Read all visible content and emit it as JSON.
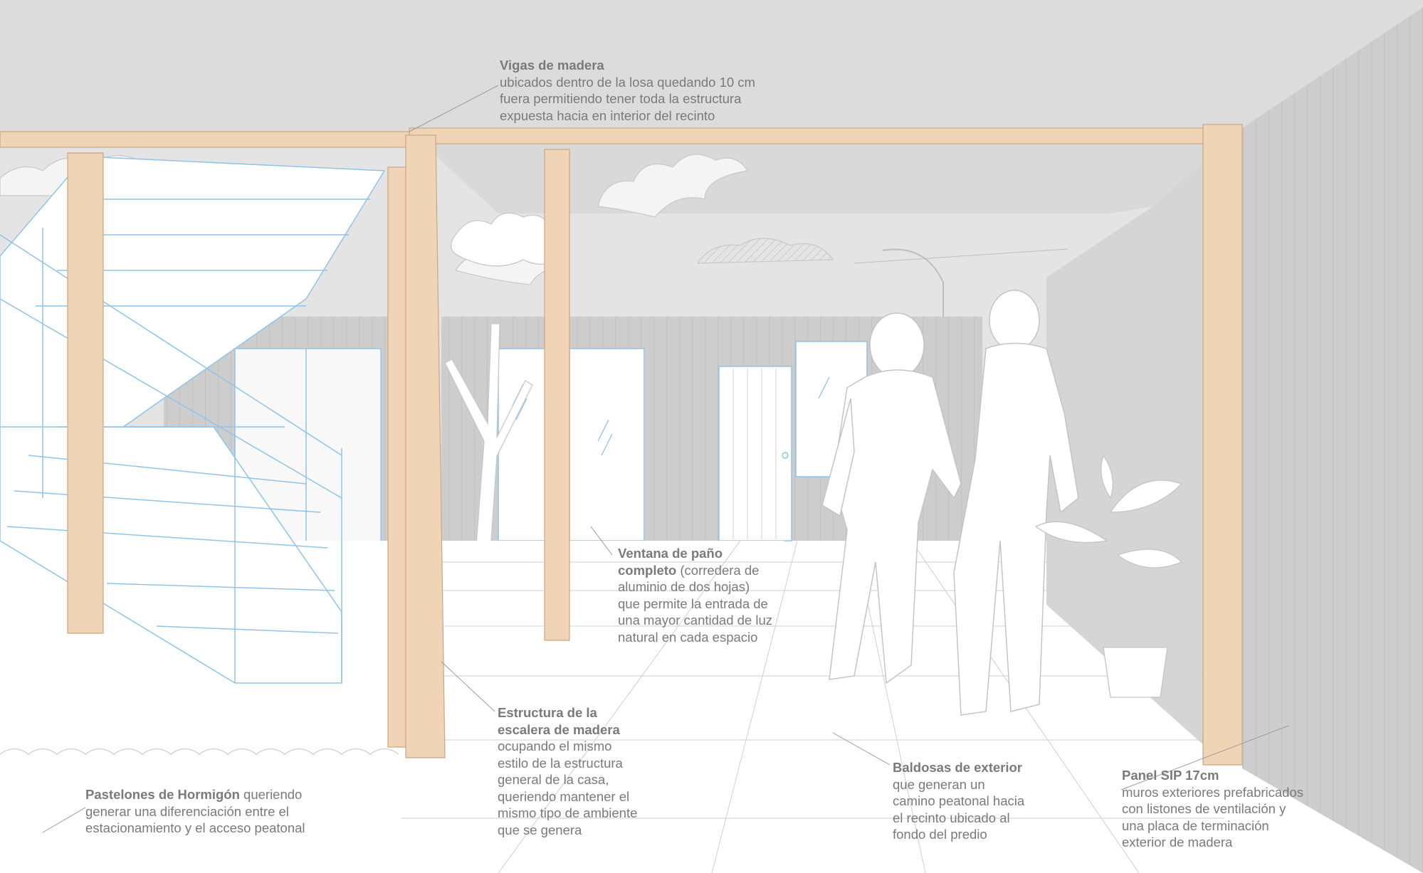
{
  "annotations": {
    "vigas": {
      "title": "Vigas de madera",
      "lines": [
        "ubicados dentro de la losa quedando 10 cm",
        "fuera permitiendo tener toda la estructura",
        "expuesta hacia en interior del recinto"
      ]
    },
    "ventana": {
      "title_1": "Ventana de paño",
      "title_2": "completo",
      "text_2": " (corredera de",
      "lines": [
        "aluminio de dos hojas)",
        "que permite la entrada de",
        "una mayor cantidad de luz",
        "natural en cada espacio"
      ]
    },
    "escalera": {
      "title_1": "Estructura de la",
      "title_2": "escalera de madera",
      "lines": [
        "ocupando el mismo",
        "estilo de la estructura",
        "general de la casa,",
        "queriendo mantener el",
        "mismo tipo de ambiente",
        "que se genera"
      ]
    },
    "pastelones": {
      "title": "Pastelones de Hormigón",
      "text_1": " queriendo",
      "lines": [
        "generar una diferenciación entre el",
        "estacionamiento y el acceso peatonal"
      ]
    },
    "baldosas": {
      "title": "Baldosas de exterior",
      "lines": [
        "que generan un",
        "camino peatonal hacia",
        "el recinto ubicado al",
        "fondo del predio"
      ]
    },
    "panel": {
      "title": "Panel SIP 17cm",
      "lines": [
        "muros exteriores prefabricados",
        "con listones de ventilación y",
        "una placa de terminación",
        "exterior de madera"
      ]
    }
  },
  "colors": {
    "ceiling": "#dcdcdc",
    "wall": "#cfcfcf",
    "wood": "#f0d4b6",
    "wood_edge": "#c9a784",
    "stair": "#8fc4ea",
    "text": "#7a7a7a"
  }
}
